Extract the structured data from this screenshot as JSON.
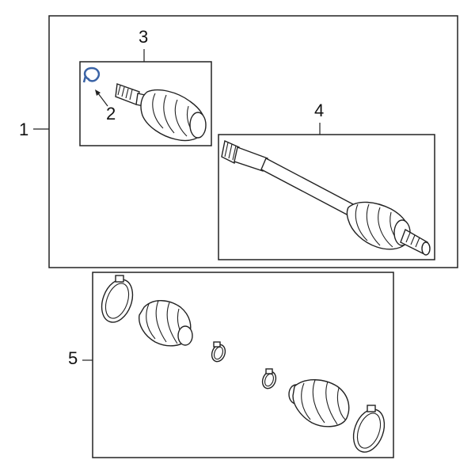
{
  "diagram": {
    "callouts": {
      "assembly": "1",
      "clip": "2",
      "inner_joint": "3",
      "axle_shaft": "4",
      "boot_kit": "5"
    },
    "highlight_color": "#3a63a6",
    "line_color": "#222222"
  }
}
